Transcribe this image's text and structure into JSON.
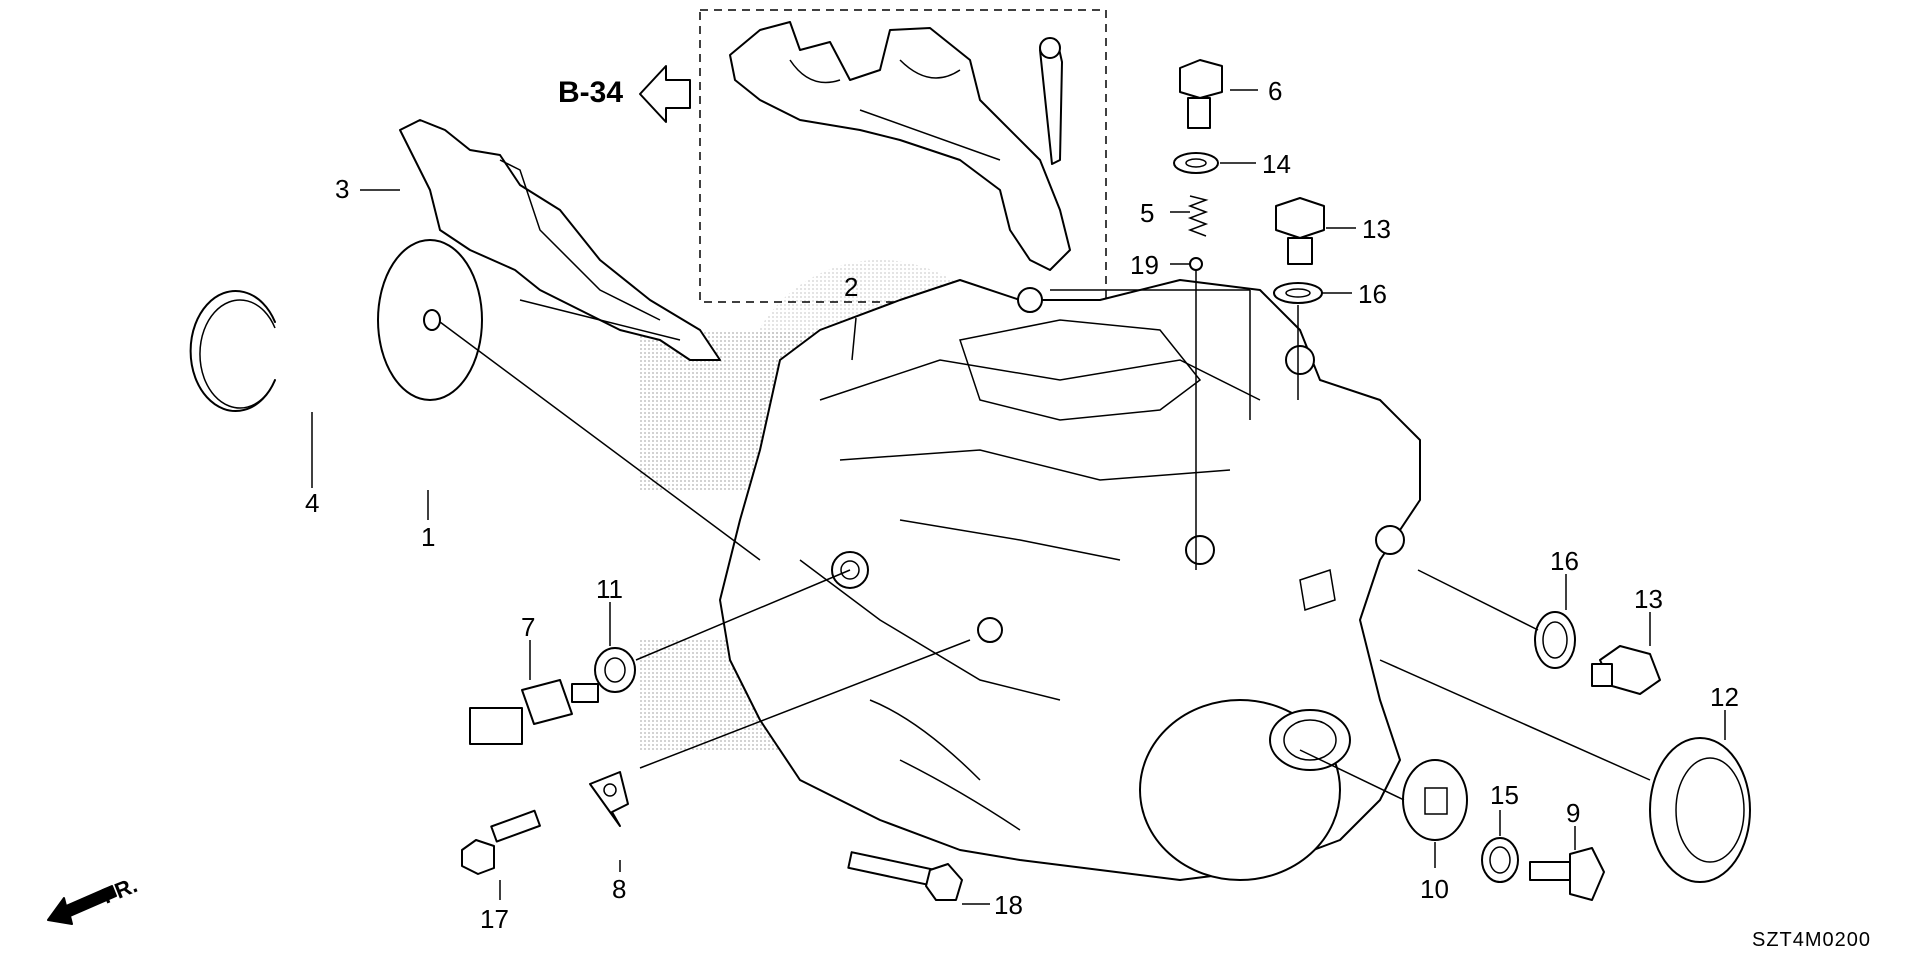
{
  "diagram": {
    "reference": "B-34",
    "direction_marker": "FR.",
    "drawing_code": "SZT4M0200",
    "part_callouts": [
      {
        "id": "c1",
        "number": "1"
      },
      {
        "id": "c2",
        "number": "2"
      },
      {
        "id": "c3",
        "number": "3"
      },
      {
        "id": "c4",
        "number": "4"
      },
      {
        "id": "c5",
        "number": "5"
      },
      {
        "id": "c6",
        "number": "6"
      },
      {
        "id": "c7",
        "number": "7"
      },
      {
        "id": "c8",
        "number": "8"
      },
      {
        "id": "c9",
        "number": "9"
      },
      {
        "id": "c10",
        "number": "10"
      },
      {
        "id": "c11",
        "number": "11"
      },
      {
        "id": "c12",
        "number": "12"
      },
      {
        "id": "c13a",
        "number": "13"
      },
      {
        "id": "c13b",
        "number": "13"
      },
      {
        "id": "c14",
        "number": "14"
      },
      {
        "id": "c15",
        "number": "15"
      },
      {
        "id": "c16a",
        "number": "16"
      },
      {
        "id": "c16b",
        "number": "16"
      },
      {
        "id": "c17",
        "number": "17"
      },
      {
        "id": "c18",
        "number": "18"
      },
      {
        "id": "c19",
        "number": "19"
      }
    ]
  }
}
